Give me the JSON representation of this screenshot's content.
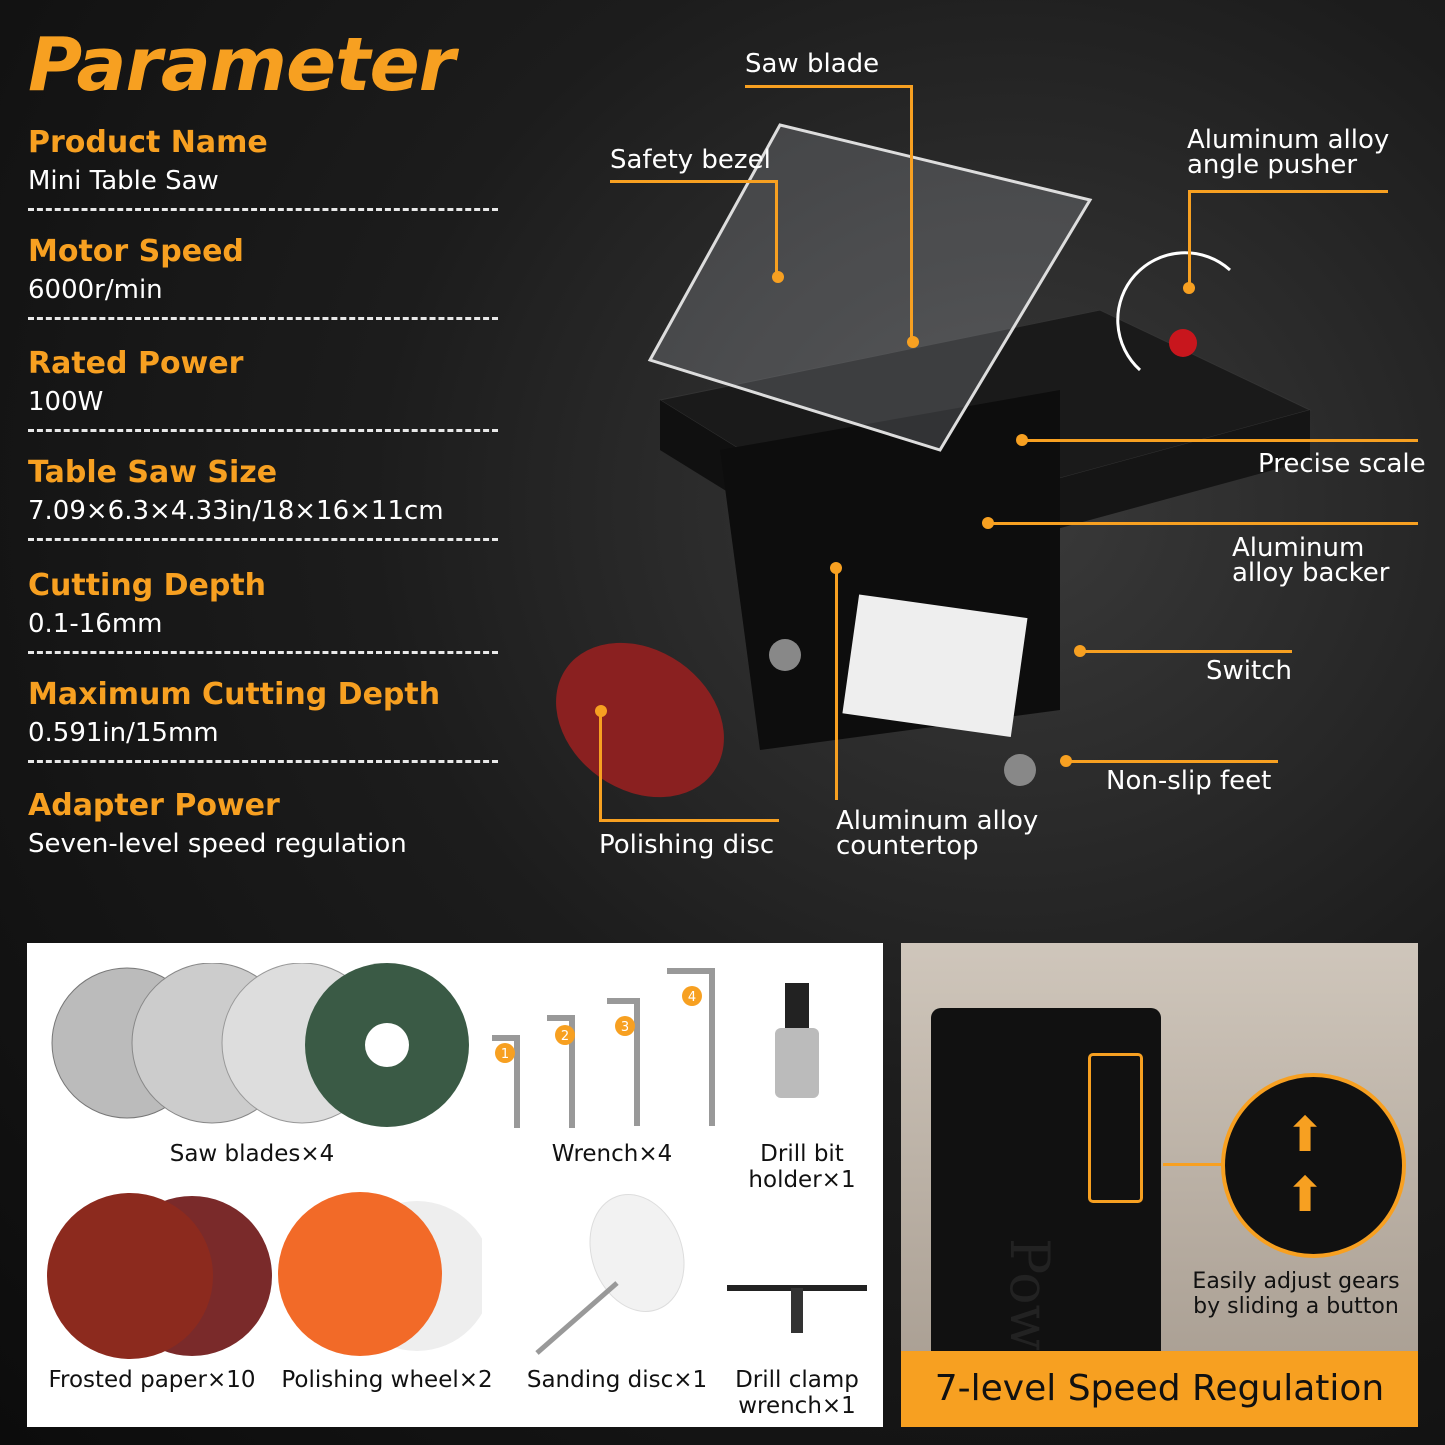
{
  "title": "Parameter",
  "params": [
    {
      "label": "Product Name",
      "value": "Mini Table Saw"
    },
    {
      "label": "Motor Speed",
      "value": "6000r/min"
    },
    {
      "label": "Rated Power",
      "value": "100W"
    },
    {
      "label": "Table Saw Size",
      "value": "7.09×6.3×4.33in/18×16×11cm"
    },
    {
      "label": "Cutting Depth",
      "value": "0.1-16mm"
    },
    {
      "label": "Maximum Cutting Depth",
      "value": "0.591in/15mm"
    },
    {
      "label": "Adapter Power",
      "value": "Seven-level speed regulation"
    }
  ],
  "callouts": {
    "saw_blade": "Saw blade",
    "safety_bezel": "Safety bezel",
    "angle_pusher": "Aluminum alloy angle pusher",
    "precise_scale": "Precise scale",
    "backer": "Aluminum alloy backer",
    "switch": "Switch",
    "feet": "Non-slip feet",
    "countertop": "Aluminum alloy countertop",
    "polishing_disc": "Polishing disc"
  },
  "accessories": {
    "saw_blades": "Saw blades×4",
    "wrench": "Wrench×4",
    "drill_holder": "Drill bit holder×1",
    "frosted_paper": "Frosted paper×10",
    "polishing_wheel": "Polishing wheel×2",
    "sanding_disc": "Sanding disc×1",
    "drill_clamp": "Drill clamp wrench×1",
    "wrench_numbers": [
      "1",
      "2",
      "3",
      "4"
    ]
  },
  "adapter": {
    "brand_text": "Power",
    "note": "Easily adjust gears by sliding a button",
    "banner": "7-level Speed Regulation"
  },
  "colors": {
    "accent": "#f7a021"
  }
}
